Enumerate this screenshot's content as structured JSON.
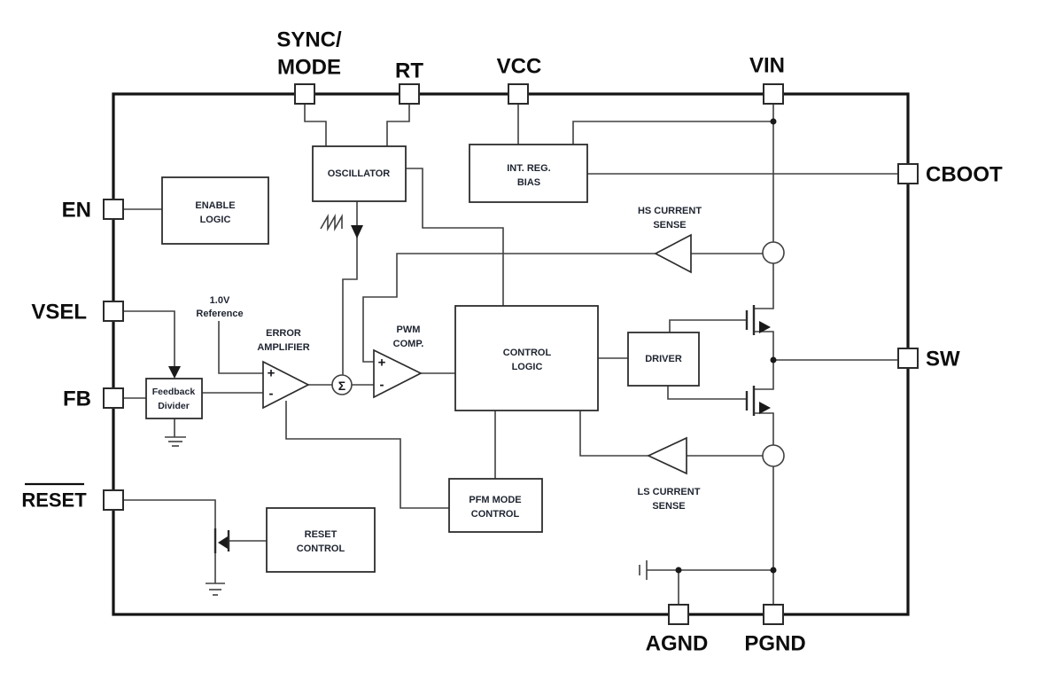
{
  "diagram": {
    "pins": {
      "sync_mode": [
        "SYNC/",
        "MODE"
      ],
      "rt": "RT",
      "vcc": "VCC",
      "vin": "VIN",
      "cboot": "CBOOT",
      "sw": "SW",
      "en": "EN",
      "vsel": "VSEL",
      "fb": "FB",
      "reset": "RESET",
      "agnd": "AGND",
      "pgnd": "PGND"
    },
    "blocks": {
      "enable_logic": [
        "ENABLE",
        "LOGIC"
      ],
      "oscillator": [
        "OSCILLATOR"
      ],
      "int_reg_bias": [
        "INT. REG.",
        "BIAS"
      ],
      "control_logic": [
        "CONTROL",
        "LOGIC"
      ],
      "driver": [
        "DRIVER"
      ],
      "pfm_mode_control": [
        "PFM MODE",
        "CONTROL"
      ],
      "reset_control": [
        "RESET",
        "CONTROL"
      ],
      "feedback_divider": [
        "Feedback",
        "Divider"
      ]
    },
    "amplifiers": {
      "error_amp": [
        "ERROR",
        "AMPLIFIER"
      ],
      "pwm_comp": [
        "PWM",
        "COMP."
      ],
      "hs_current_sense": [
        "HS CURRENT",
        "SENSE"
      ],
      "ls_current_sense": [
        "LS CURRENT",
        "SENSE"
      ]
    },
    "annotations": {
      "reference": [
        "1.0V",
        "Reference"
      ],
      "sigma": "Σ",
      "plus": "+",
      "minus": "-"
    },
    "colors": {
      "ink": "#141414",
      "wire": "#404040",
      "block_text": "#1f2430",
      "background": "#ffffff"
    }
  }
}
